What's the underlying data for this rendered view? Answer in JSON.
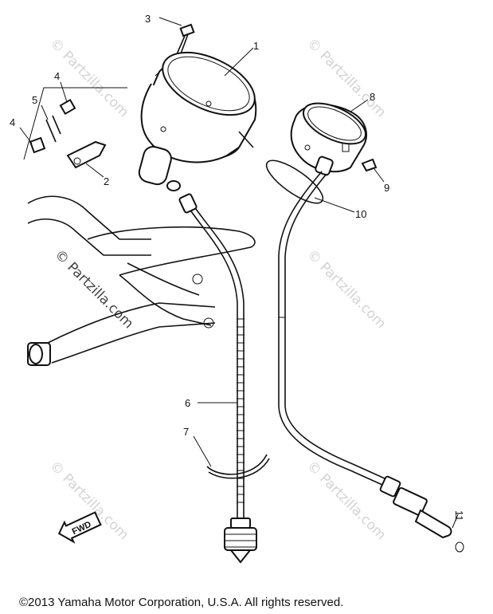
{
  "callouts": {
    "c1": "1",
    "c2": "2",
    "c3": "3",
    "c4a": "4",
    "c4b": "4",
    "c5": "5",
    "c6": "6",
    "c7": "7",
    "c8": "8",
    "c9": "9",
    "c10": "10",
    "c11": "11"
  },
  "watermark": "© Partzilla.com",
  "fwd_label": "FWD",
  "copyright": "©2013  Yamaha Motor Corporation, U.S.A. All rights reserved."
}
